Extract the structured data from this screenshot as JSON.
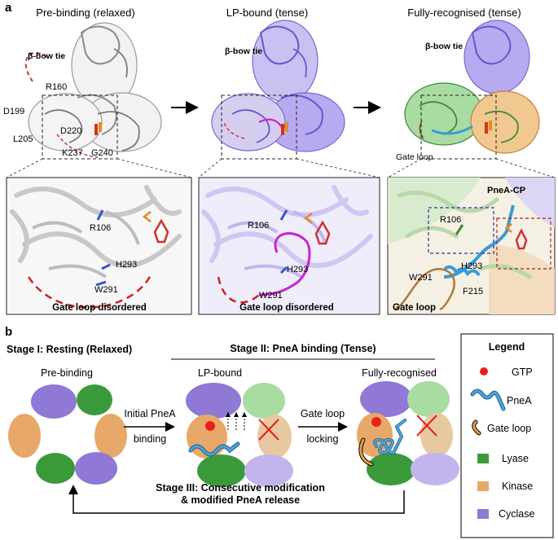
{
  "panel_a": {
    "letter": "a",
    "titles": [
      "Pre-binding (relaxed)",
      "LP-bound (tense)",
      "Fully-recognised (tense)"
    ],
    "structure_labels": {
      "bowtie": "β-bow tie",
      "R160": "R160",
      "D199": "D199",
      "D220": "D220",
      "L205": "L205",
      "K237": "K237",
      "G240": "G240",
      "gate_loop": "Gate loop"
    },
    "zooms": [
      {
        "R106": "R106",
        "H293": "H293",
        "W291": "W291",
        "caption": "Gate loop disordered"
      },
      {
        "R106": "R106",
        "H293": "H293",
        "W291": "W291",
        "caption": "Gate loop disordered"
      },
      {
        "R106": "R106",
        "H293": "H293",
        "W291": "W291",
        "F215": "F215",
        "pnea_cp": "PneA-CP",
        "caption": "Gate loop"
      }
    ]
  },
  "panel_b": {
    "letter": "b",
    "stage1": "Stage I: Resting (Relaxed)",
    "stage2": "Stage II: PneA binding (Tense)",
    "stage3_line1": "Stage III: Consecutive modification",
    "stage3_line2": "& modified PneA release",
    "states": [
      "Pre-binding",
      "LP-bound",
      "Fully-recognised"
    ],
    "arrow1": [
      "Initial PneA",
      "binding"
    ],
    "arrow2": [
      "Gate loop",
      "locking"
    ]
  },
  "legend": {
    "title": "Legend",
    "items": [
      "GTP",
      "PneA",
      "Gate loop",
      "Lyase",
      "Kinase",
      "Cyclase"
    ]
  },
  "colors": {
    "lyase": "#3a9a3a",
    "kinase": "#e8a86a",
    "cyclase": "#8f78d6",
    "light_lyase": "#a8dca0",
    "light_kinase": "#e8c8a0",
    "light_cyclase": "#c4b4ee",
    "gtp": "#e8201a",
    "pnea": "#4aa6d8",
    "gate_loop": "#c08040",
    "magenta": "#cc22cc"
  }
}
